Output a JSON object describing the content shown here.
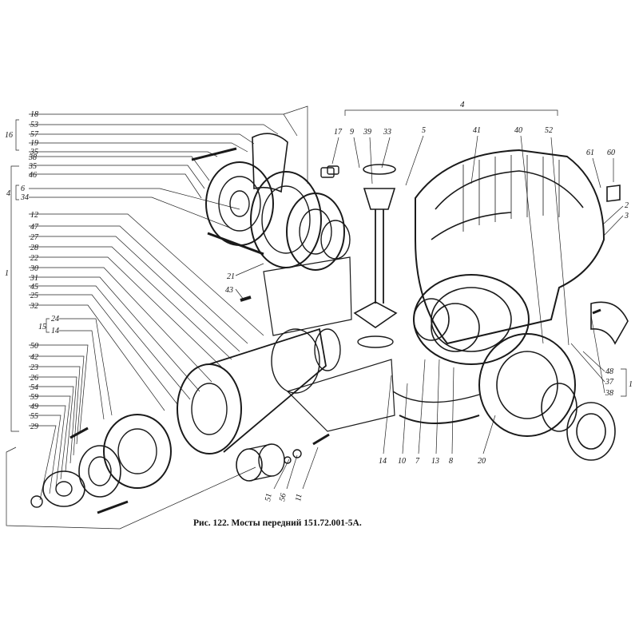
{
  "caption": "Рис. 122. Мосты передний 151.72.001-5А.",
  "colors": {
    "ink": "#1a1a1a",
    "background": "#ffffff"
  },
  "callouts": {
    "top_left_stack": [
      "18",
      "53",
      "57",
      "19",
      "35"
    ],
    "group_16": "16",
    "group_4_top": "4",
    "group_4_left": "4",
    "pair_6_34": [
      "6",
      "34"
    ],
    "left_stack": [
      "12",
      "47",
      "27",
      "28",
      "22",
      "30",
      "31",
      "45",
      "25",
      "32"
    ],
    "group_1_left": "1",
    "pair_24_14": [
      "24",
      "14"
    ],
    "group_15": "15",
    "lower_left_stack": [
      "50",
      "42",
      "23",
      "26",
      "54",
      "59",
      "49",
      "55",
      "29"
    ],
    "stack_38_35_46": [
      "38",
      "35",
      "46"
    ],
    "top_middle": [
      "17",
      "9",
      "39",
      "33",
      "5",
      "41",
      "40",
      "52"
    ],
    "label_21": "21",
    "label_43": "43",
    "right_top": [
      "61",
      "60"
    ],
    "right_pair": [
      "2",
      "3"
    ],
    "right_stack": [
      "48",
      "37",
      "38"
    ],
    "group_1_right": "1",
    "bottom_row": [
      "14",
      "10",
      "7",
      "13",
      "8",
      "20"
    ],
    "bottom_mid": [
      "51",
      "56",
      "11"
    ]
  }
}
